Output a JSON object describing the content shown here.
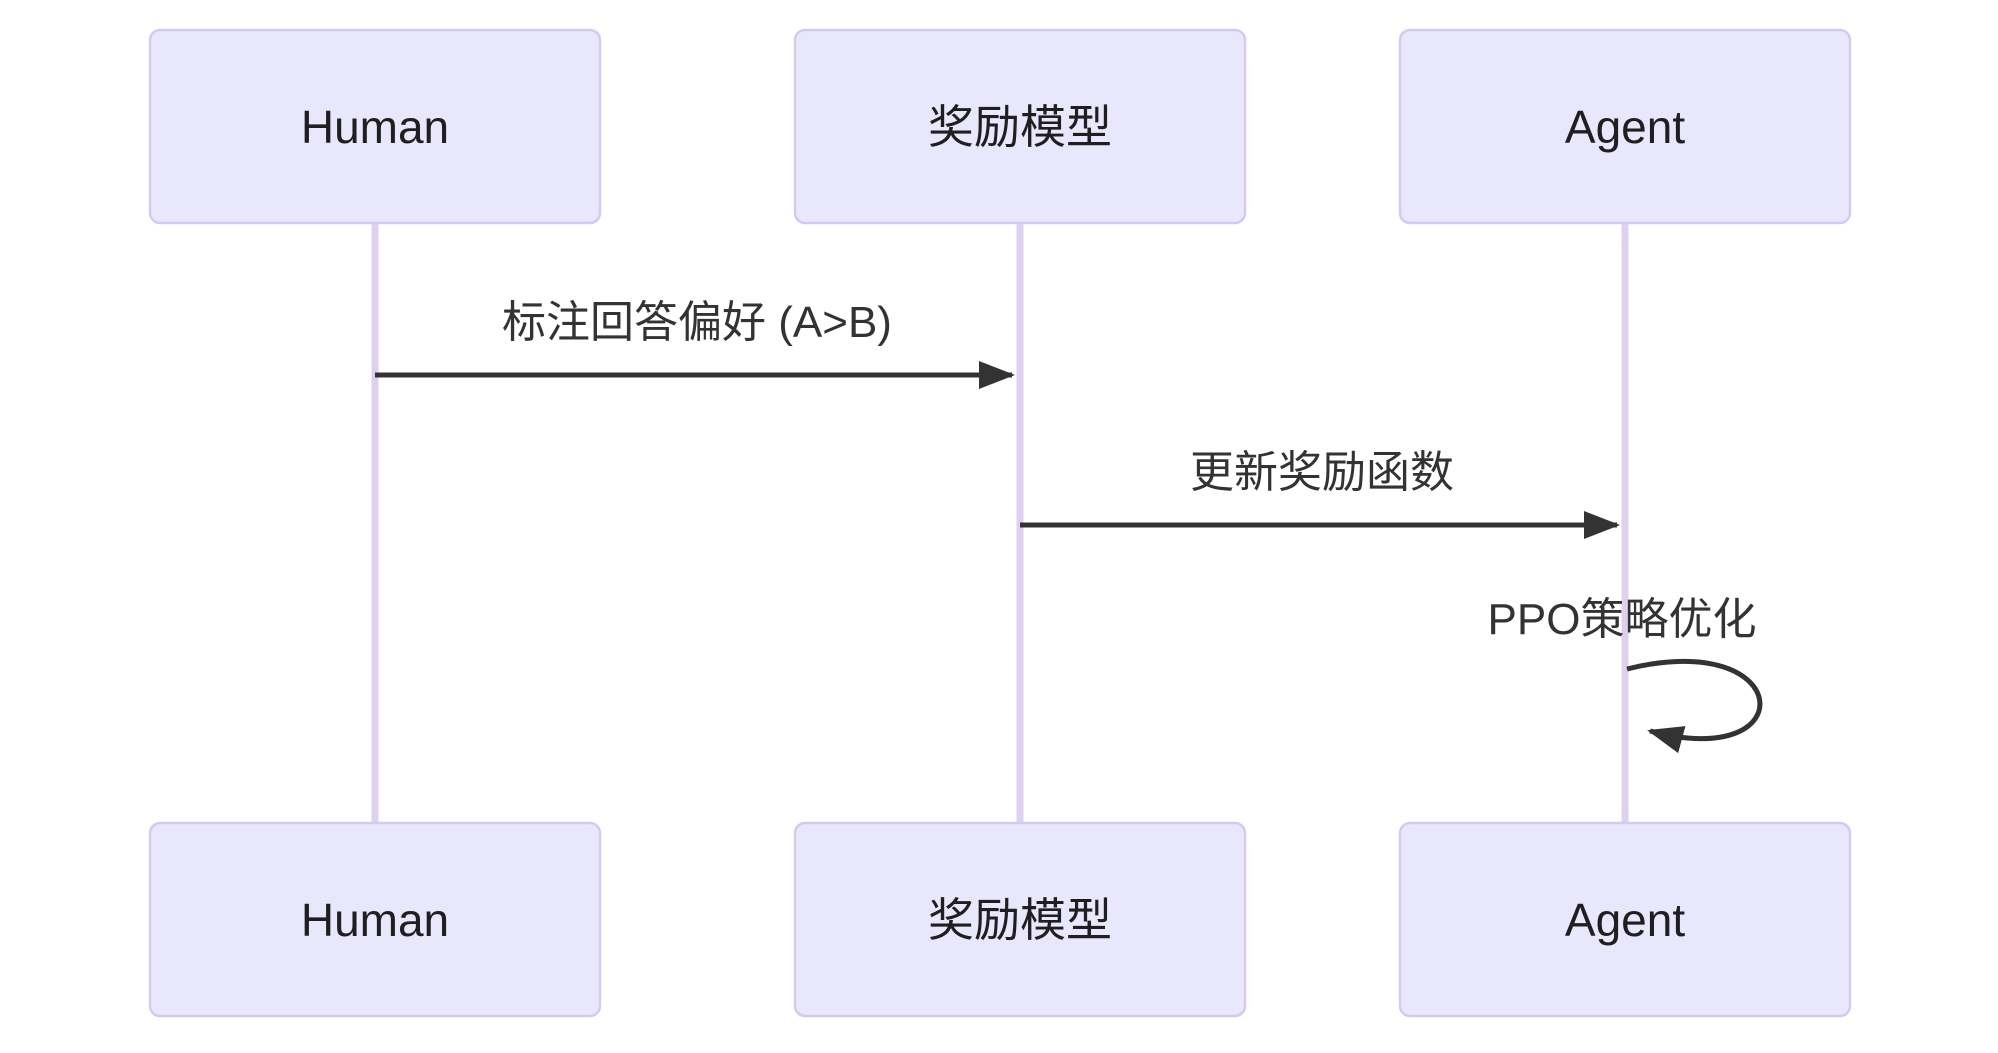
{
  "diagram": {
    "type": "sequence-diagram",
    "actors": [
      {
        "id": "human",
        "label": "Human"
      },
      {
        "id": "reward-model",
        "label": "奖励模型"
      },
      {
        "id": "agent",
        "label": "Agent"
      }
    ],
    "messages": [
      {
        "from": "Human",
        "to": "奖励模型",
        "label": "标注回答偏好 (A>B)",
        "style": "solid-arrow"
      },
      {
        "from": "奖励模型",
        "to": "Agent",
        "label": "更新奖励函数",
        "style": "solid-arrow"
      },
      {
        "from": "Agent",
        "to": "Agent",
        "label": "PPO策略优化",
        "style": "self-loop"
      }
    ],
    "colors": {
      "actor_fill": "#E9E7FC",
      "actor_border": "#D6C9F0",
      "lifeline": "#DCD2F0",
      "arrow": "#333333",
      "message_text": "#333333",
      "actor_text": "#1F1F1F",
      "background": "#FFFFFF"
    }
  }
}
